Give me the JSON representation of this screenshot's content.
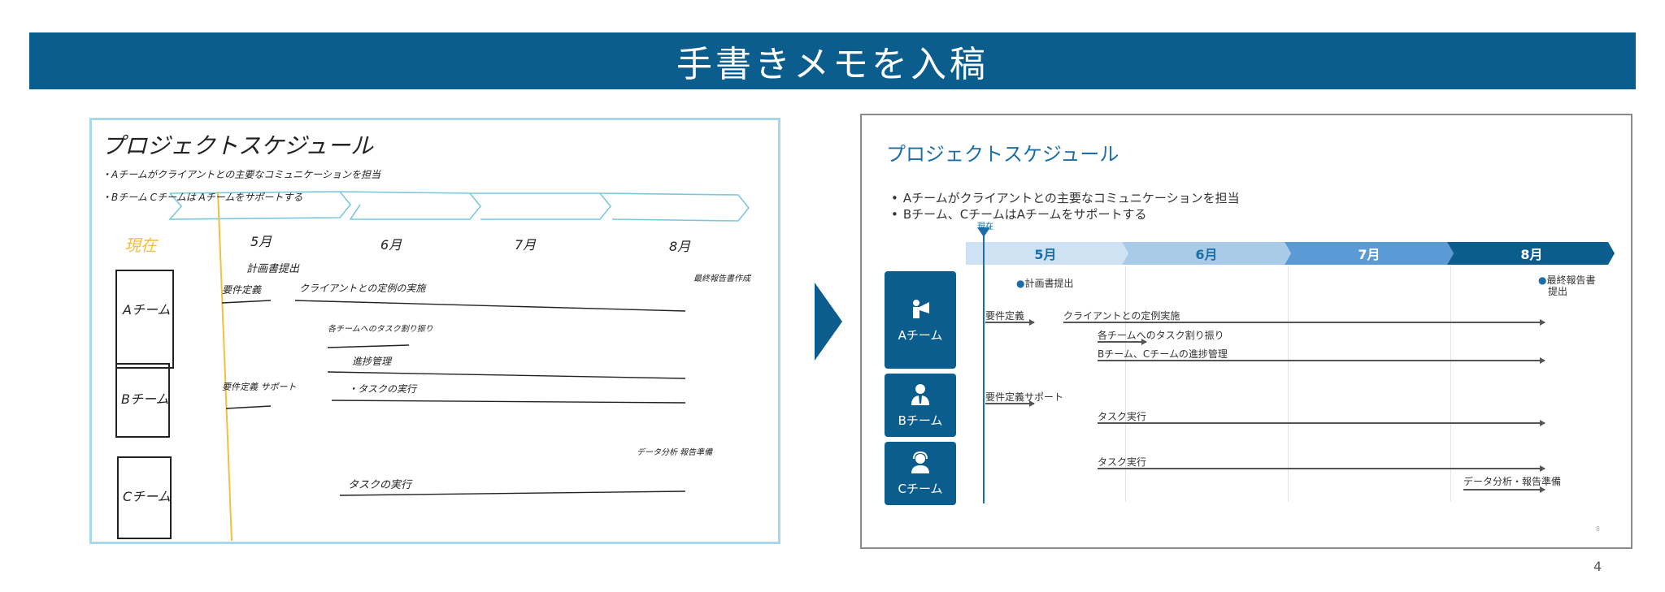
{
  "header": {
    "title": "手書きメモを入稿"
  },
  "handwritten": {
    "title": "プロジェクトスケジュール",
    "bullets": [
      "・Aチームがクライアントとの主要なコミュニケーションを担当",
      "・Bチーム Cチームは Aチームをサポートする"
    ],
    "now": "現在",
    "months": [
      "5月",
      "6月",
      "7月",
      "8月"
    ],
    "teams": [
      "Aチーム",
      "Bチーム",
      "Cチーム"
    ],
    "milestones": [
      "計画書提出",
      "最終報告書作成"
    ],
    "tasks": [
      "要件定義",
      "クライアントとの定例の実施",
      "各チームへのタスク割り振り",
      "進捗管理",
      "要件定義 サポート",
      "・タスクの実行",
      "タスクの実行",
      "データ分析 報告準備"
    ]
  },
  "slide": {
    "title": "プロジェクトスケジュール",
    "bullets": [
      "Aチームがクライアントとの主要なコミュニケーションを担当",
      "Bチーム、CチームはAチームをサポートする"
    ],
    "now_label": "現在",
    "months": [
      "5月",
      "6月",
      "7月",
      "8月"
    ],
    "month_colors": [
      "#cfe2f3",
      "#a9cbe8",
      "#5b9bd5",
      "#0b5d8e"
    ],
    "teams": [
      {
        "label": "Aチーム",
        "icon": "megaphone-person-icon"
      },
      {
        "label": "Bチーム",
        "icon": "person-tie-icon"
      },
      {
        "label": "Cチーム",
        "icon": "headset-person-icon"
      }
    ],
    "milestones": {
      "plan": "計画書提出",
      "final_line1": "最終報告書",
      "final_line2": "提出"
    },
    "tasks": {
      "a_req": "要件定義",
      "a_client": "クライアントとの定例実施",
      "a_assign": "各チームへのタスク割り振り",
      "a_progress": "Bチーム、Cチームの進捗管理",
      "b_req": "要件定義サポート",
      "b_exec": "タスク実行",
      "c_exec": "タスク実行",
      "c_analysis": "データ分析・報告準備"
    },
    "slide_page": "8"
  },
  "page_number": "4"
}
